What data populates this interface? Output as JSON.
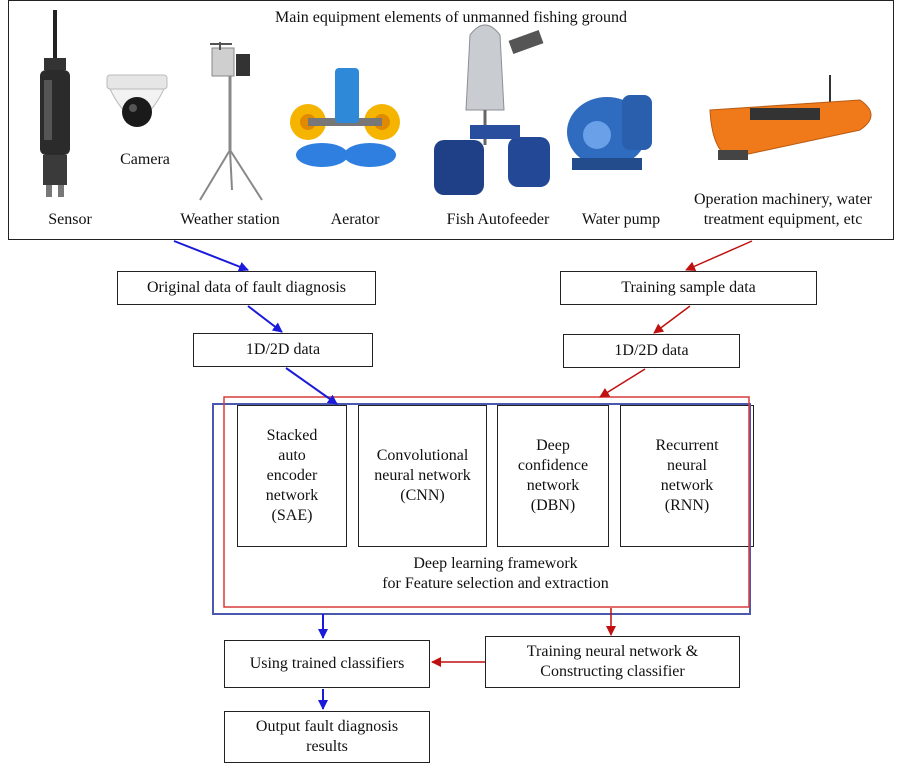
{
  "equipment": {
    "title": "Main equipment elements of unmanned fishing ground",
    "items": [
      {
        "label": "Sensor",
        "icon": "sensor-icon"
      },
      {
        "label": "Camera",
        "icon": "camera-icon"
      },
      {
        "label": "Weather station",
        "icon": "weather-station-icon"
      },
      {
        "label": "Aerator",
        "icon": "aerator-icon"
      },
      {
        "label": "Fish Autofeeder",
        "icon": "fish-autofeeder-icon"
      },
      {
        "label": "Water pump",
        "icon": "water-pump-icon"
      },
      {
        "label": "Operation machinery, water\ntreatment equipment, etc",
        "icon": "boat-icon"
      }
    ]
  },
  "left_flow": {
    "original": "Original data of fault diagnosis",
    "data_1d2d": "1D/2D data",
    "classifiers": "Using trained classifiers",
    "output": "Output fault diagnosis\nresults"
  },
  "right_flow": {
    "training_sample": "Training sample data",
    "data_1d2d": "1D/2D data",
    "training_network": "Training neural network &\nConstructing classifier"
  },
  "framework": {
    "networks": [
      "Stacked\nauto\nencoder\nnetwork\n(SAE)",
      "Convolutional\nneural network\n(CNN)",
      "Deep\nconfidence\nnetwork\n(DBN)",
      "Recurrent\nneural\nnetwork\n(RNN)"
    ],
    "caption": "Deep learning framework\nfor Feature selection and extraction"
  },
  "colors": {
    "blue": "#1a1adb",
    "red": "#c01010",
    "frame_blue": "#4a58b0",
    "frame_red": "#d83a3a"
  }
}
